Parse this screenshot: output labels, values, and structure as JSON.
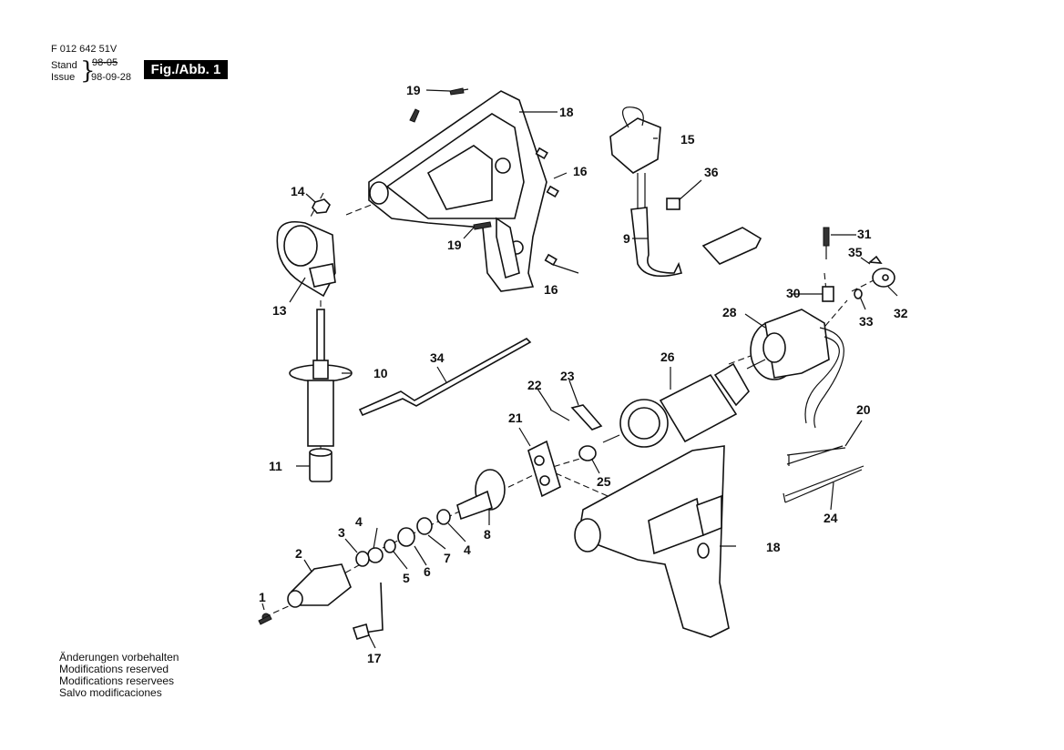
{
  "header": {
    "doc_number": "F 012 642 51V",
    "stand_label": "Stand",
    "issue_label": "Issue",
    "stand_date": "98-05",
    "issue_date": "98-09-28",
    "figure_badge": "Fig./Abb. 1"
  },
  "notes": [
    "Änderungen vorbehalten",
    "Modifications reserved",
    "Modifications reservees",
    "Salvo modificaciones"
  ],
  "part_labels": [
    "1",
    "2",
    "3",
    "4",
    "4",
    "5",
    "6",
    "7",
    "8",
    "9",
    "10",
    "11",
    "13",
    "14",
    "15",
    "16",
    "16",
    "17",
    "18",
    "18",
    "19",
    "19",
    "20",
    "21",
    "22",
    "23",
    "24",
    "25",
    "26",
    "28",
    "30",
    "31",
    "32",
    "33",
    "34",
    "35",
    "36"
  ]
}
